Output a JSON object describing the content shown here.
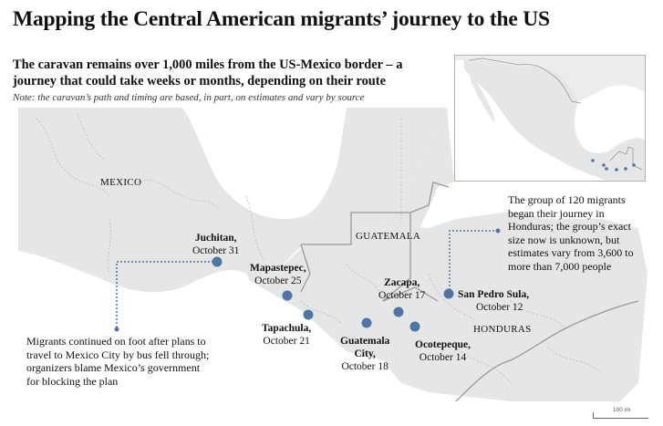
{
  "header": {
    "title": "Mapping the Central American migrants’ journey to the US",
    "subtitle": "The caravan remains over 1,000 miles from the US-Mexico border – a journey that could take weeks or months, depending on their route",
    "note": "Note: the caravan’s path and timing are based, in part, on estimates and vary by source"
  },
  "colors": {
    "land": "#e6e6e6",
    "water": "#ffffff",
    "stop_marker": "#4f75a5",
    "country_border": "#9a9a9a",
    "inset_border": "#b7b0a6"
  },
  "countries": [
    {
      "name": "MEXICO"
    },
    {
      "name": "GUATEMALA"
    },
    {
      "name": "HONDURAS"
    }
  ],
  "stops": [
    {
      "city": "San Pedro Sula,",
      "date": "October 12"
    },
    {
      "city": "Ocotepeque,",
      "date": "October 14"
    },
    {
      "city": "Zacapa,",
      "date": "October 17"
    },
    {
      "city": "Guatemala City,",
      "city_line1": "Guatemala",
      "city_line2": "City,",
      "date": "October 18"
    },
    {
      "city": "Tapachula,",
      "date": "October 21"
    },
    {
      "city": "Mapastepec,",
      "date": "October 25"
    },
    {
      "city": "Juchitan,",
      "date": "October 31"
    }
  ],
  "annotations": {
    "honduras": "The group of 120 migrants began their journey in Honduras; the group’s exact size now is unknown, but estimates vary from 3,600 to more than 7,000 people",
    "juchitan": "Migrants continued on foot after plans to travel to Mexico City by bus fell through; organizers blame Mexico’s government for blocking the plan"
  },
  "scale_bar": {
    "label": "100 mi"
  },
  "inset": {
    "description": "Locator map of Mexico and Central America with 7 stop markers"
  }
}
